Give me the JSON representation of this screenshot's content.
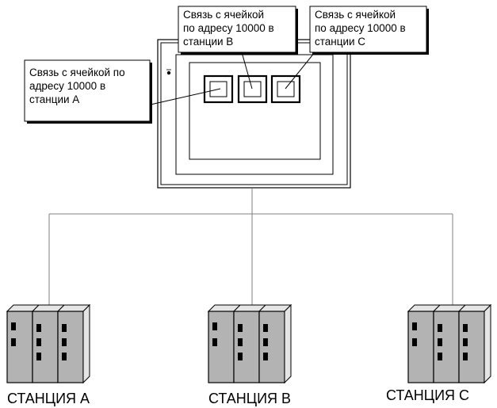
{
  "diagram": {
    "panel": {
      "indicator": "indicator-dot-icon"
    },
    "callouts": {
      "a": [
        "Связь с ячейкой по",
        "адресу 10000 в",
        "станции А"
      ],
      "b": [
        "Связь с ячейкой",
        "по адресу 10000 в",
        "станции В"
      ],
      "c": [
        "Связь с ячейкой",
        "по адресу 10000 в",
        "станции С"
      ]
    },
    "stations": {
      "a": {
        "label": "СТАНЦИЯ А"
      },
      "b": {
        "label": "СТАНЦИЯ В"
      },
      "c": {
        "label": "СТАНЦИЯ С"
      }
    },
    "colors": {
      "plc_face": "#b3b3b3",
      "plc_side": "#e5e5e5",
      "line": "#000000",
      "network": "#808080"
    }
  }
}
